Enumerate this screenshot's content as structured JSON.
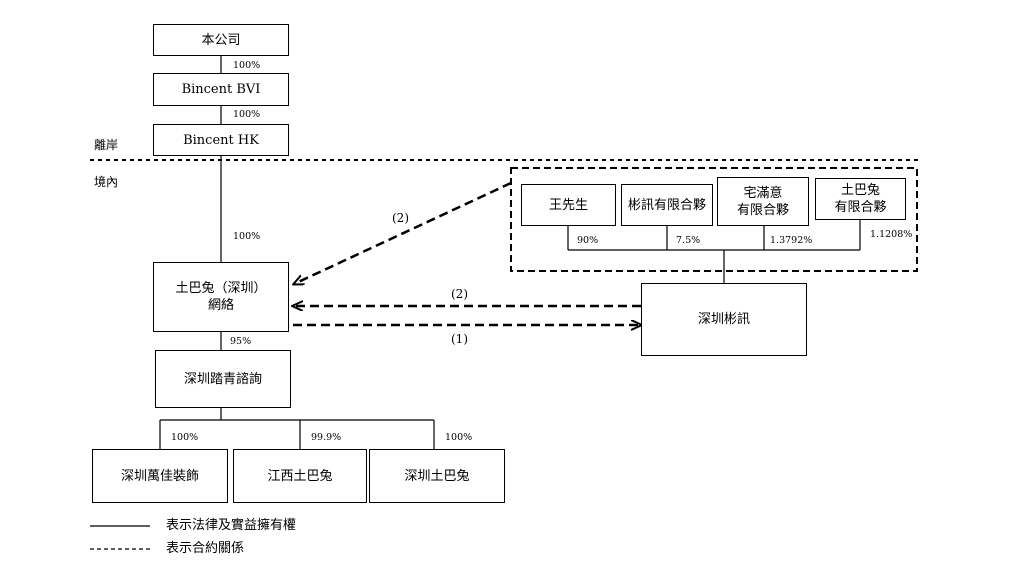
{
  "nodes": {
    "company": "本公司",
    "bincent_bvi": "Bincent BVI",
    "bincent_hk": "Bincent HK",
    "tubatu_network_line1": "土巴兔（深圳）",
    "tubatu_network_line2": "網絡",
    "shenzhen_taqing": "深圳踏青諮詢",
    "shenzhen_wanjia": "深圳萬佳裝飾",
    "jiangxi_tubatu": "江西土巴兔",
    "shenzhen_tubatu": "深圳土巴兔",
    "mr_wang": "王先生",
    "binxun_lp": "彬訊有限合夥",
    "zhaimanyi_line1": "宅滿意",
    "zhaimanyi_line2": "有限合夥",
    "tubatu_lp_line1": "土巴兔",
    "tubatu_lp_line2": "有限合夥",
    "shenzhen_binxun": "深圳彬訊"
  },
  "percentages": {
    "company_to_bvi": "100%",
    "bvi_to_hk": "100%",
    "hk_to_network": "100%",
    "network_to_taqing": "95%",
    "taqing_to_wanjia": "100%",
    "taqing_to_jiangxi": "99.9%",
    "taqing_to_shenzhen_tubatu": "100%",
    "wang": "90%",
    "binxun_lp": "7.5%",
    "zhaimanyi": "1.3792%",
    "tubatu_lp": "1.1208%"
  },
  "region_labels": {
    "offshore": "離岸",
    "onshore": "境內"
  },
  "contract_labels": {
    "arrow_top": "(2)",
    "arrow_middle": "(2)",
    "arrow_bottom": "(1)"
  },
  "legend": {
    "solid": "表示法律及實益擁有權",
    "dashed": "表示合約關係"
  }
}
